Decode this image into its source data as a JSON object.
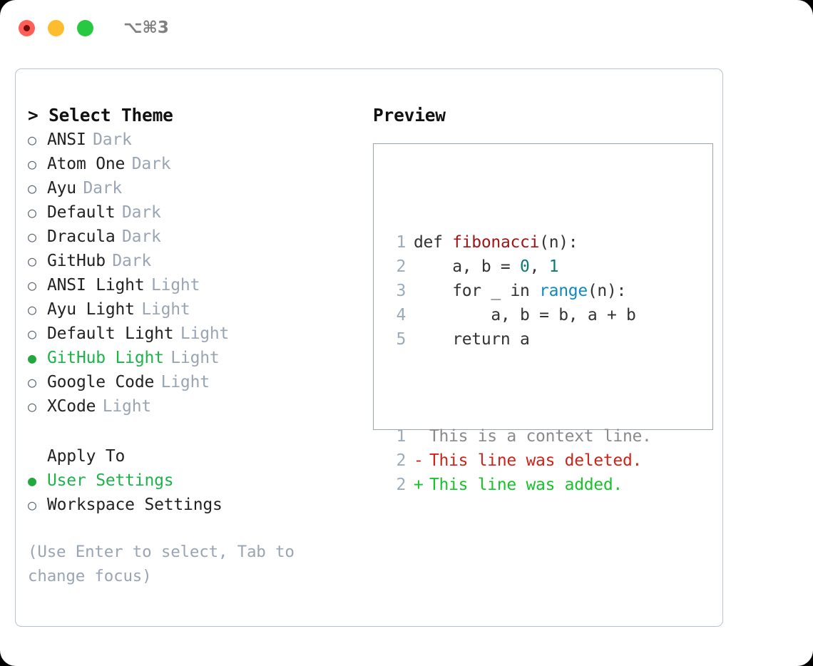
{
  "titlebar": {
    "shortcut": "⌥⌘3",
    "lights": [
      {
        "name": "close",
        "color": "#ff5f57"
      },
      {
        "name": "minimize",
        "color": "#febc2e"
      },
      {
        "name": "maximize",
        "color": "#28c840"
      }
    ]
  },
  "theme_picker": {
    "title": "> Select Theme",
    "marker_selected": "●",
    "marker_unselected": "○",
    "items": [
      {
        "label": "ANSI",
        "tag": "Dark",
        "selected": false
      },
      {
        "label": "Atom One",
        "tag": "Dark",
        "selected": false
      },
      {
        "label": "Ayu",
        "tag": "Dark",
        "selected": false
      },
      {
        "label": "Default",
        "tag": "Dark",
        "selected": false
      },
      {
        "label": "Dracula",
        "tag": "Dark",
        "selected": false
      },
      {
        "label": "GitHub",
        "tag": "Dark",
        "selected": false
      },
      {
        "label": "ANSI Light",
        "tag": "Light",
        "selected": false
      },
      {
        "label": "Ayu Light",
        "tag": "Light",
        "selected": false
      },
      {
        "label": "Default Light",
        "tag": "Light",
        "selected": false
      },
      {
        "label": "GitHub Light",
        "tag": "Light",
        "selected": true
      },
      {
        "label": "Google Code",
        "tag": "Light",
        "selected": false
      },
      {
        "label": "XCode",
        "tag": "Light",
        "selected": false
      }
    ]
  },
  "apply_to": {
    "title": "Apply To",
    "items": [
      {
        "label": "User Settings",
        "selected": true
      },
      {
        "label": "Workspace Settings",
        "selected": false
      }
    ]
  },
  "hint": "(Use Enter to select, Tab to change focus)",
  "preview": {
    "title": "Preview",
    "code_lines": [
      {
        "lineno": "1",
        "tokens": [
          {
            "text": "def ",
            "kind": "plain"
          },
          {
            "text": "fibonacci",
            "kind": "fn"
          },
          {
            "text": "(n):",
            "kind": "plain"
          }
        ]
      },
      {
        "lineno": "2",
        "tokens": [
          {
            "text": "    a, b = ",
            "kind": "plain"
          },
          {
            "text": "0",
            "kind": "num"
          },
          {
            "text": ", ",
            "kind": "plain"
          },
          {
            "text": "1",
            "kind": "num"
          }
        ]
      },
      {
        "lineno": "3",
        "tokens": [
          {
            "text": "    for _ in ",
            "kind": "plain"
          },
          {
            "text": "range",
            "kind": "call"
          },
          {
            "text": "(n):",
            "kind": "plain"
          }
        ]
      },
      {
        "lineno": "4",
        "tokens": [
          {
            "text": "        a, b = b, a + b",
            "kind": "plain"
          }
        ]
      },
      {
        "lineno": "5",
        "tokens": [
          {
            "text": "    return a",
            "kind": "plain"
          }
        ]
      }
    ],
    "diff_lines": [
      {
        "lineno": "1",
        "sign": " ",
        "text": "This is a context line.",
        "kind": "ctx"
      },
      {
        "lineno": "2",
        "sign": "-",
        "text": "This line was deleted.",
        "kind": "del"
      },
      {
        "lineno": "2",
        "sign": "+",
        "text": "This line was added.",
        "kind": "add"
      }
    ]
  },
  "colors": {
    "accent_green": "#1eb24a",
    "muted": "#9aa5b4",
    "fn_red": "#9e1414",
    "num_teal": "#0b7a73",
    "call_blue": "#1187c4",
    "diff_del": "#cc2418",
    "diff_add": "#16c42a",
    "border": "#b9c2cf"
  }
}
